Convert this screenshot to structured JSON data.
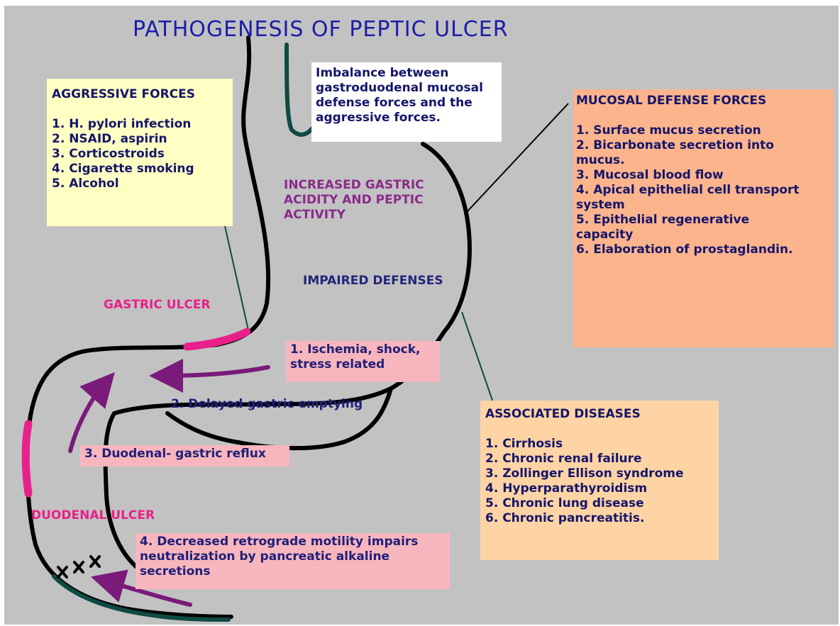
{
  "title": "PATHOGENESIS OF PEPTIC ULCER",
  "aggressive": {
    "heading": "AGGRESSIVE FORCES",
    "items": [
      "1. H. pylori infection",
      "2. NSAID, aspirin",
      "3. Corticostroids",
      "4. Cigarette smoking",
      "5. Alcohol"
    ]
  },
  "imbalance": {
    "lines": [
      "Imbalance between",
      "gastroduodenal mucosal",
      "defense forces and the",
      "aggressive forces."
    ]
  },
  "defense": {
    "heading": "MUCOSAL DEFENSE FORCES",
    "lines": [
      "1. Surface mucus secretion",
      "2. Bicarbonate secretion into",
      "mucus.",
      "3. Mucosal blood flow",
      "4. Apical epithelial cell transport",
      "system",
      "5. Epithelial regenerative",
      "capacity",
      "6. Elaboration of prostaglandin."
    ]
  },
  "increased_acidity": {
    "lines": [
      "INCREASED GASTRIC",
      "ACIDITY AND PEPTIC",
      "ACTIVITY"
    ]
  },
  "impaired_defenses": "IMPAIRED DEFENSES",
  "gastric_ulcer": "GASTRIC ULCER",
  "duodenal_ulcer": "DUODENAL ULCER",
  "steps": {
    "ischemia": [
      "1. Ischemia, shock,",
      "stress related"
    ],
    "delayed": [
      "2. Delayed gastric emptying"
    ],
    "reflux": [
      "3. Duodenal- gastric reflux"
    ],
    "motility": [
      "4. Decreased retrograde motility impairs",
      "neutralization by pancreatic alkaline",
      "secretions"
    ]
  },
  "associated": {
    "heading": "ASSOCIATED DISEASES",
    "items": [
      "1. Cirrhosis",
      "2. Chronic renal failure",
      "3. Zollinger Ellison syndrome",
      "4. Hyperparathyroidism",
      "5. Chronic lung disease",
      "6. Chronic pancreatitis."
    ]
  },
  "marks": "xxx",
  "colors": {
    "background": "#c2c2c2",
    "aggressive_box": "#ffffc4",
    "defense_box": "#fbb48c",
    "associated_box": "#fed4a4",
    "step_box": "#f7b6bd",
    "ulcer": "#e8208a",
    "arrow": "#7a1a7a",
    "title": "#1c1ca8"
  }
}
